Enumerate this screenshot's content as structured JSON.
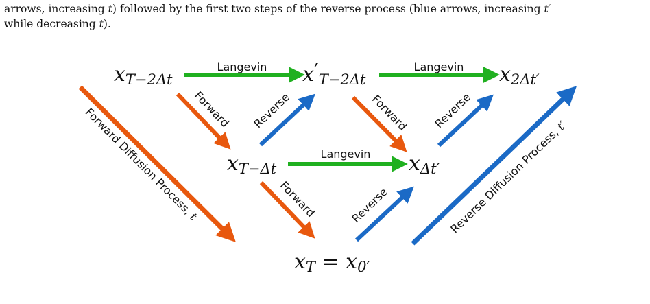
{
  "caption": {
    "line1_a": "arrows, increasing ",
    "line1_t": "t",
    "line1_b": ") followed by the first two steps of the reverse process (blue arrows, increasing ",
    "line1_tprime": "t′",
    "line2_a": "while decreasing ",
    "line2_t": "t",
    "line2_b": ")."
  },
  "colors": {
    "forward": "#e8580e",
    "reverse": "#1b6ac6",
    "langevin": "#20b020"
  },
  "arrows": {
    "langevin_label": "Langevin",
    "forward_label": "Forward",
    "reverse_label": "Reverse",
    "forward_process_label": "Forward Diffusion Process, ",
    "forward_process_var": "t",
    "reverse_process_label": "Reverse Diffusion Process, ",
    "reverse_process_var": "t′"
  },
  "nodes": {
    "x_T_minus_2dt": {
      "base": "x",
      "sub": "T−2Δt"
    },
    "xprime_T_minus_2dt": {
      "base": "x",
      "prime": "′",
      "sub": "T−2Δt"
    },
    "x_2dtprime": {
      "base": "x",
      "sub": "2Δt′"
    },
    "x_T_minus_dt": {
      "base": "x",
      "sub": "T−Δt"
    },
    "x_dtprime": {
      "base": "x",
      "sub": "Δt′"
    },
    "x_T": {
      "base": "x",
      "sub": "T",
      "eq": " = ",
      "base2": "x",
      "sub2": "0′"
    }
  }
}
